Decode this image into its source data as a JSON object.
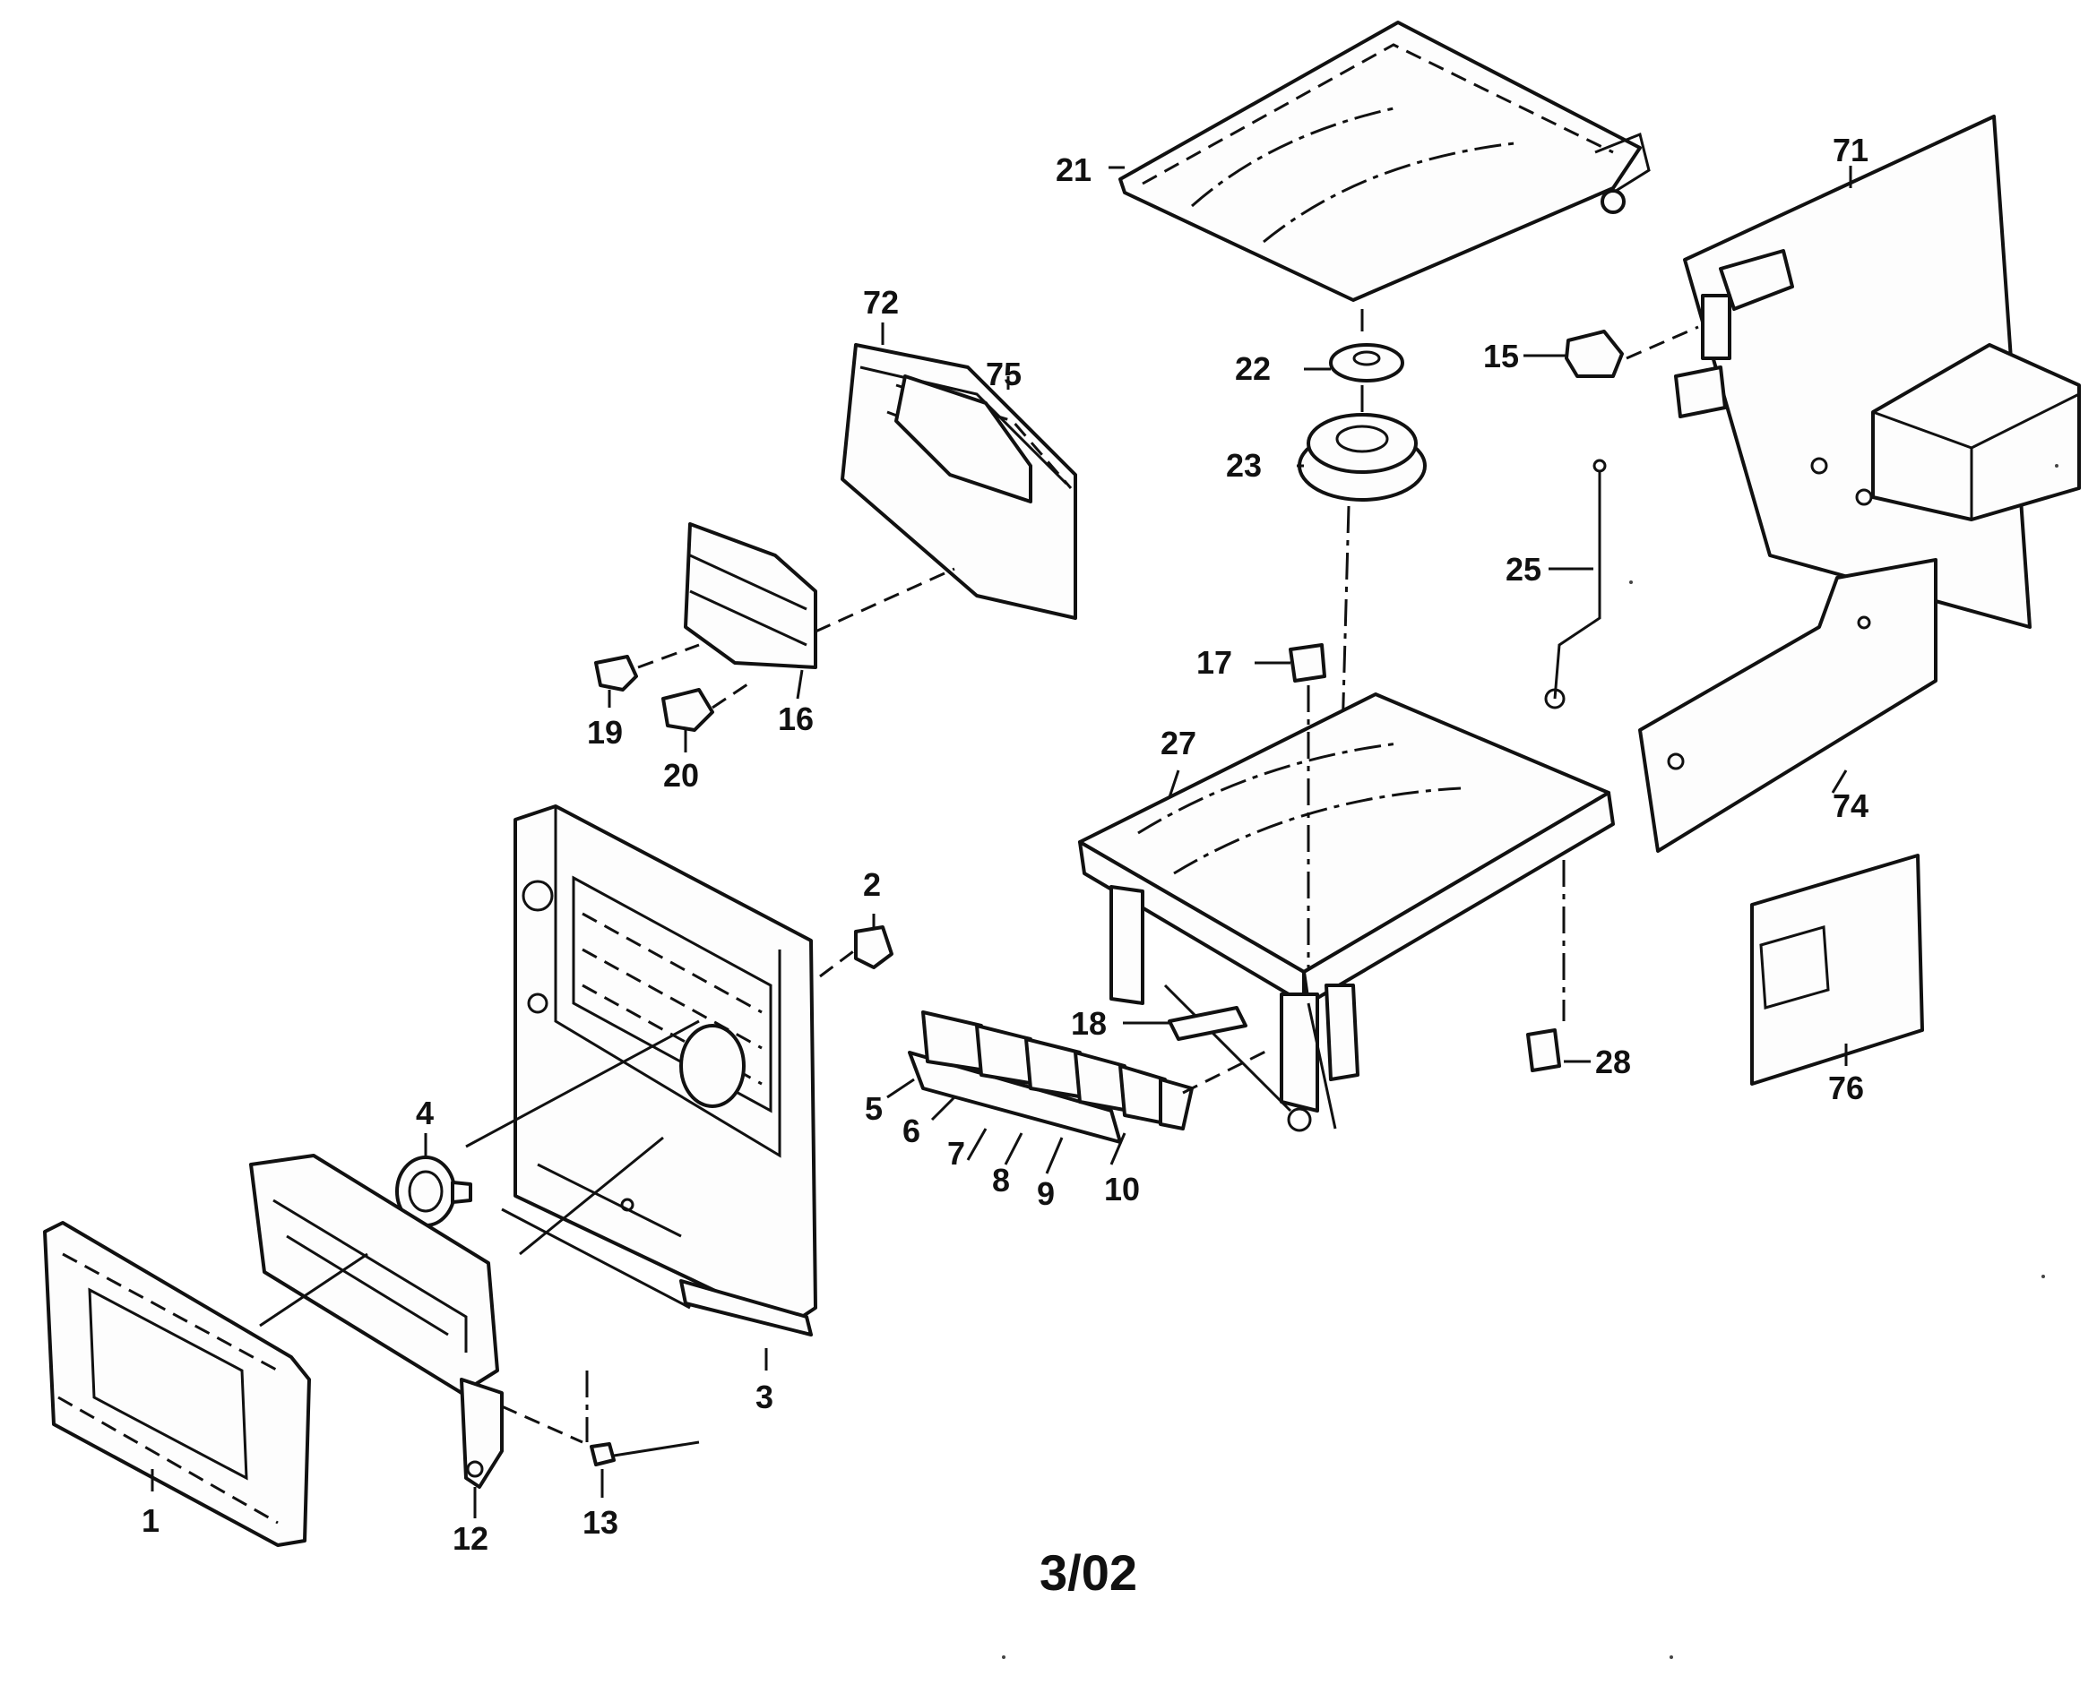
{
  "callouts": {
    "c1": "1",
    "c2": "2",
    "c3": "3",
    "c4": "4",
    "c5": "5",
    "c6": "6",
    "c7": "7",
    "c8": "8",
    "c9": "9",
    "c10": "10",
    "c12": "12",
    "c13": "13",
    "c15": "15",
    "c16": "16",
    "c17": "17",
    "c18": "18",
    "c19": "19",
    "c20": "20",
    "c21": "21",
    "c22": "22",
    "c23": "23",
    "c25": "25",
    "c27": "27",
    "c28": "28",
    "c71": "71",
    "c72": "72",
    "c74": "74",
    "c75": "75",
    "c76": "76"
  },
  "footer": {
    "code": "3/02"
  }
}
